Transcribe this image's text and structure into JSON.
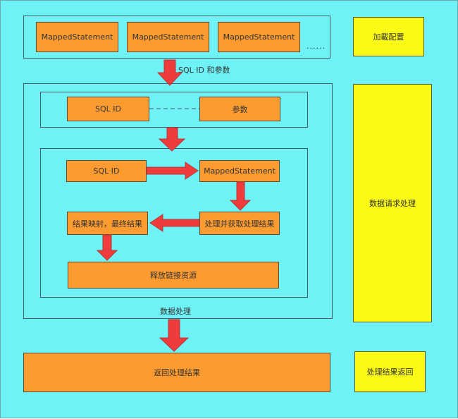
{
  "load_section": {
    "statements": [
      "MappedStatement",
      "MappedStatement",
      "MappedStatement"
    ],
    "ellipsis": "......",
    "side_label": "加載配置"
  },
  "arrow_labels": {
    "sql_id_and_params": "SQL ID 和参数"
  },
  "request_section": {
    "input_row": {
      "sql_id": "SQL ID",
      "params": "参数"
    },
    "process": {
      "sql_id": "SQL ID",
      "mapped_statement": "MappedStatement",
      "process_result": "处理并获取处理结果",
      "result_mapping": "结果映射，最终结果",
      "release": "释放链接资源"
    },
    "caption": "数据处理",
    "side_label": "数据请求处理"
  },
  "return_section": {
    "main_label": "返回处理结果",
    "side_label": "处理结果返回"
  },
  "colors": {
    "background": "#6ff2f5",
    "box": "#fb9b30",
    "side_box": "#fbfa17",
    "arrow": "#ef3b3b"
  }
}
